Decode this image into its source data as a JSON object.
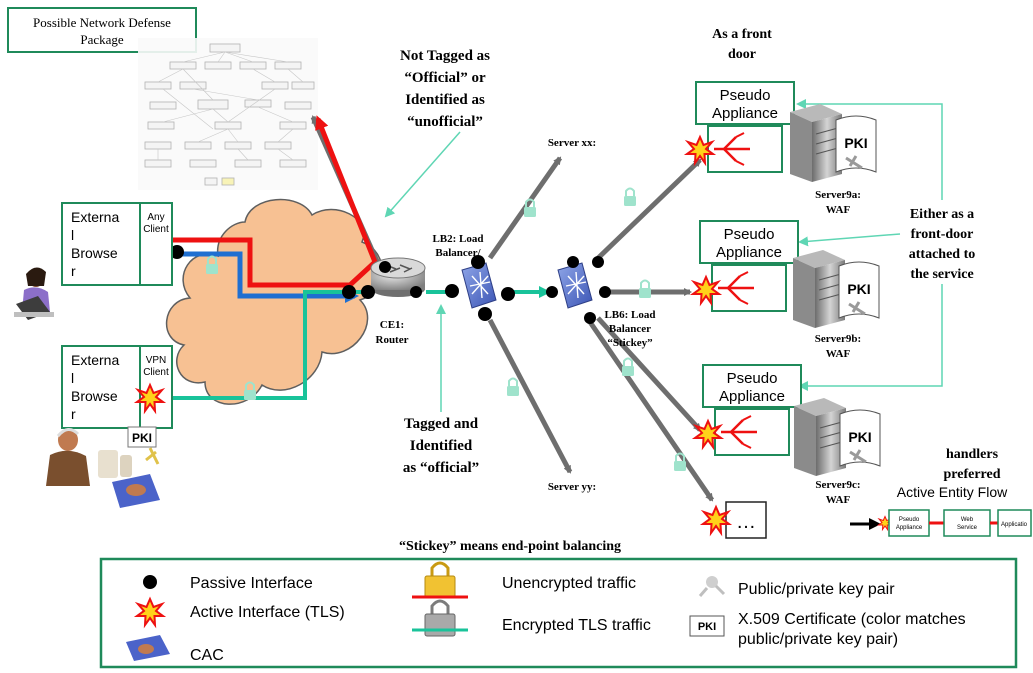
{
  "title_box": "Possible Network Defense Package",
  "not_tagged_note": [
    "Not Tagged as",
    "“Official” or",
    "Identified as",
    "“unofficial”"
  ],
  "tagged_note": [
    "Tagged and",
    "Identified",
    "as “official”"
  ],
  "front_door_note": [
    "As a front",
    "door"
  ],
  "either_note": [
    "Either as a",
    "front-door",
    "attached to",
    "the service"
  ],
  "handlers_note": [
    "handlers",
    "preferred"
  ],
  "stickey_note": "“Stickey” means end-point balancing",
  "clients": [
    {
      "box": [
        "Externa",
        "l",
        "Browse",
        "r"
      ],
      "tag": [
        "Any",
        "Client"
      ]
    },
    {
      "box": [
        "Externa",
        "l",
        "Browse",
        "r"
      ],
      "tag": [
        "VPN",
        "Client"
      ]
    }
  ],
  "router": [
    "CE1:",
    "Router"
  ],
  "lb2": [
    "LB2: Load",
    "Balancer/"
  ],
  "lb6": [
    "LB6: Load",
    "Balancer",
    "“Stickey”"
  ],
  "server_xx": "Server xx:",
  "server_yy": "Server yy:",
  "appliance_label": [
    "Pseudo",
    "Appliance"
  ],
  "pki_label": "PKI",
  "servers": [
    {
      "name": "Server9a:",
      "role": "WAF"
    },
    {
      "name": "Server9b:",
      "role": "WAF"
    },
    {
      "name": "Server9c:",
      "role": "WAF"
    }
  ],
  "ellipsis": "…",
  "active_flow": {
    "title": "Active Entity Flow",
    "boxes": [
      [
        "Pseudo",
        "Appliance"
      ],
      [
        "Web",
        "Service"
      ],
      [
        "Applicatio"
      ]
    ]
  },
  "legend": {
    "passive": "Passive Interface",
    "active": "Active Interface (TLS)",
    "cac": "CAC",
    "unencrypted": "Unencrypted traffic",
    "encrypted": "Encrypted TLS traffic",
    "keypair": "Public/private key pair",
    "cert_badge": "PKI",
    "cert": [
      "X.509 Certificate (color matches",
      "public/private key pair)"
    ]
  },
  "colors": {
    "frame_green": "#1f8a5a",
    "unencrypted_red": "#ee1111",
    "encrypted_teal": "#19c39a",
    "path_blue": "#1f6fd1",
    "gray_arrow": "#6e6e6e",
    "cloud_orange": "#f7c193"
  }
}
